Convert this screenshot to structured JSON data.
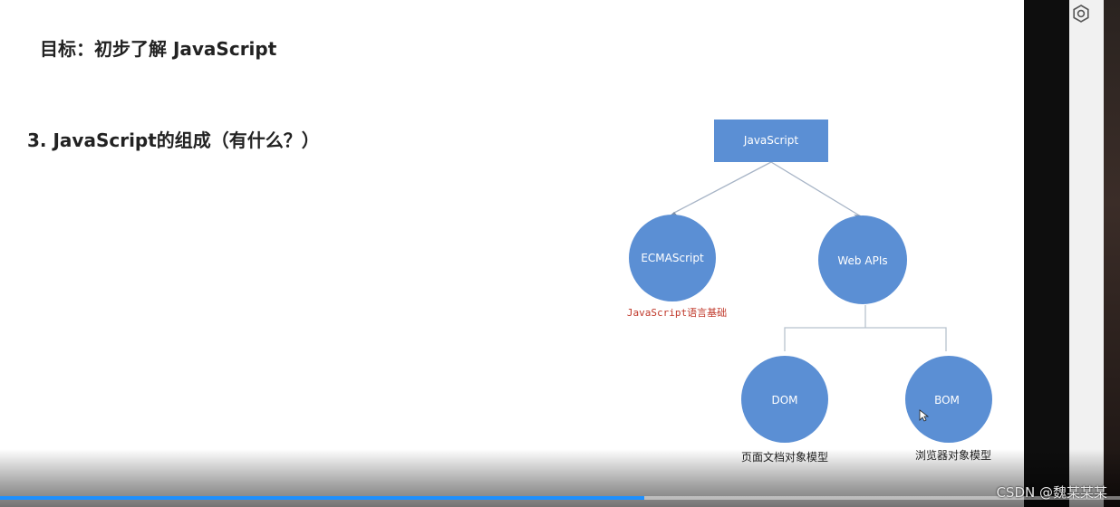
{
  "slide": {
    "goal_title": "目标：初步了解 JavaScript",
    "section_title": "3. JavaScript的组成（有什么？）"
  },
  "diagram": {
    "root": "JavaScript",
    "left": "ECMAScript",
    "left_caption": "JavaScript语言基础",
    "right": "Web APIs",
    "dom": "DOM",
    "dom_caption": "页面文档对象模型",
    "bom": "BOM",
    "bom_caption": "浏览器对象模型",
    "node_color": "#5b8fd4",
    "caption_accent": "#c0392b"
  },
  "player": {
    "progress": 0.575,
    "accent": "#1e90ff"
  },
  "watermark": "CSDN @魏某某某",
  "icons": [
    "settings-icon",
    "mouse-cursor-icon"
  ]
}
